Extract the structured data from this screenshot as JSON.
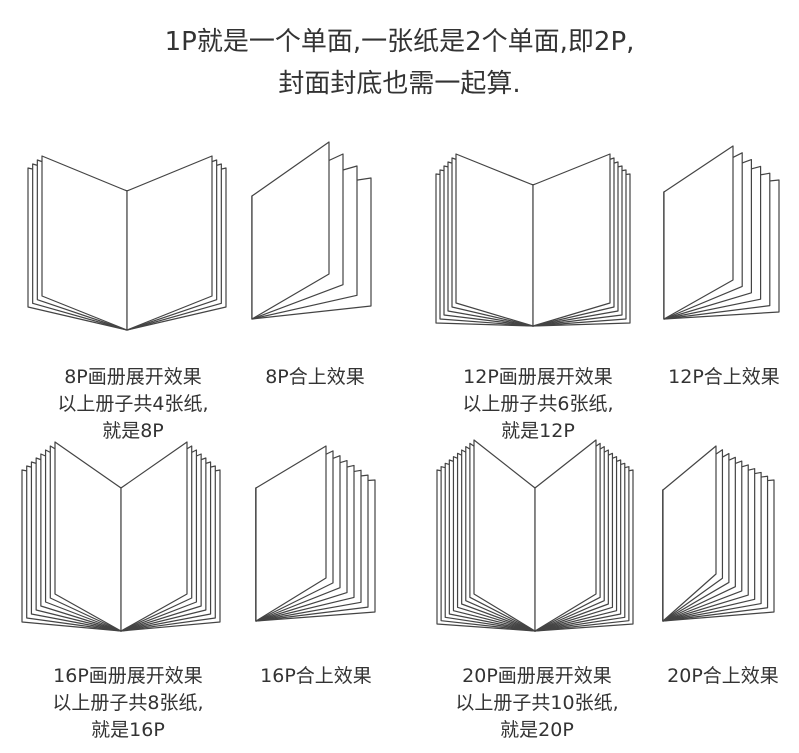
{
  "header": {
    "line1": "1P就是一个单面,一张纸是2个单面,即2P,",
    "line2": "封面封底也需一起算."
  },
  "line_color": "#444444",
  "examples": [
    {
      "open_caption": [
        "8P画册展开效果",
        "以上册子共4张纸,",
        "就是8P"
      ],
      "closed_caption": "8P合上效果",
      "sheets": 4
    },
    {
      "open_caption": [
        "12P画册展开效果",
        "以上册子共6张纸,",
        "就是12P"
      ],
      "closed_caption": "12P合上效果",
      "sheets": 6
    },
    {
      "open_caption": [
        "16P画册展开效果",
        "以上册子共8张纸,",
        "就是16P"
      ],
      "closed_caption": "16P合上效果",
      "sheets": 8
    },
    {
      "open_caption": [
        "20P画册展开效果",
        "以上册子共10张纸,",
        "就是20P"
      ],
      "closed_caption": "20P合上效果",
      "sheets": 10
    }
  ]
}
